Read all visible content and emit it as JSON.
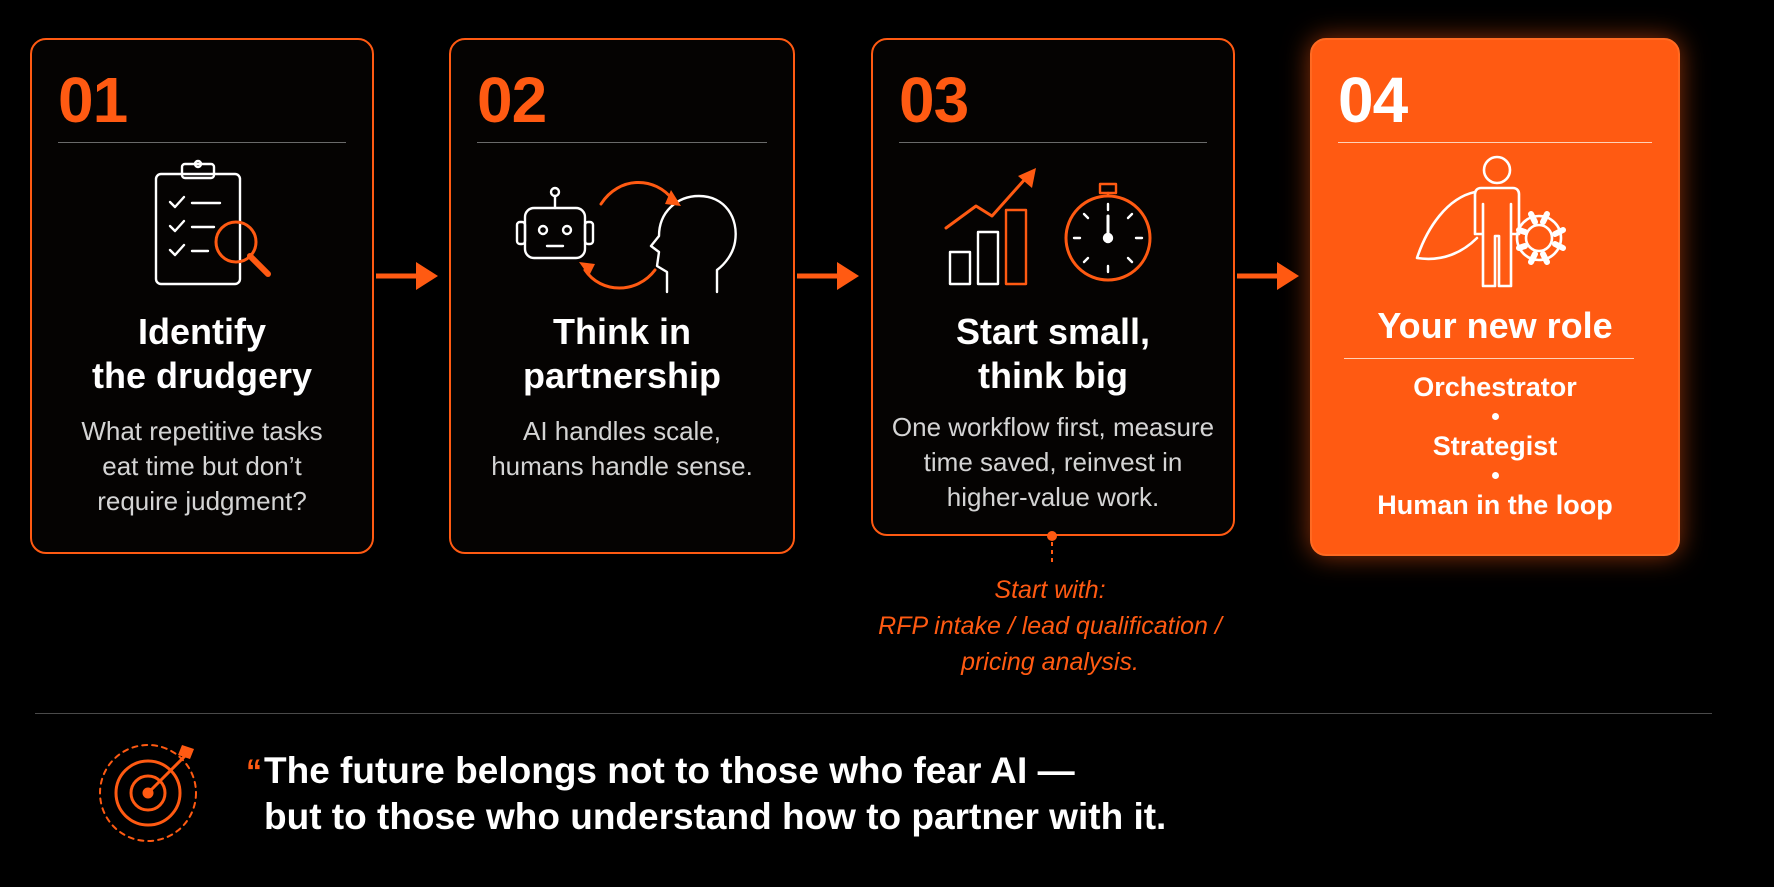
{
  "steps": [
    {
      "number": "01",
      "title": "Identify\nthe drudgery",
      "description": "What repetitive tasks\neat time but don’t\nrequire judgment?",
      "icon": "clipboard-magnifier-icon"
    },
    {
      "number": "02",
      "title": "Think in\npartnership",
      "description": "AI handles scale,\nhumans handle sense.",
      "icon": "robot-human-cycle-icon"
    },
    {
      "number": "03",
      "title": "Start small,\nthink big",
      "description": "One workflow first, measure\ntime saved, reinvest in\nhigher-value work.",
      "icon": "growth-chart-stopwatch-icon",
      "note": "Start with:\nRFP intake / lead qualification /\npricing analysis."
    },
    {
      "number": "04",
      "title": "Your new role",
      "roles": [
        "Orchestrator",
        "Strategist",
        "Human in the loop"
      ],
      "icon": "hero-gear-icon"
    }
  ],
  "quote": {
    "open_mark": "“",
    "line1": "The future belongs not to those who fear AI —",
    "line2": "but to those who understand how to partner with it.",
    "icon": "target-arrow-icon"
  },
  "colors": {
    "accent": "#ff5a12",
    "background": "#000000",
    "text": "#ffffff",
    "muted_text": "#d4d4d4"
  }
}
